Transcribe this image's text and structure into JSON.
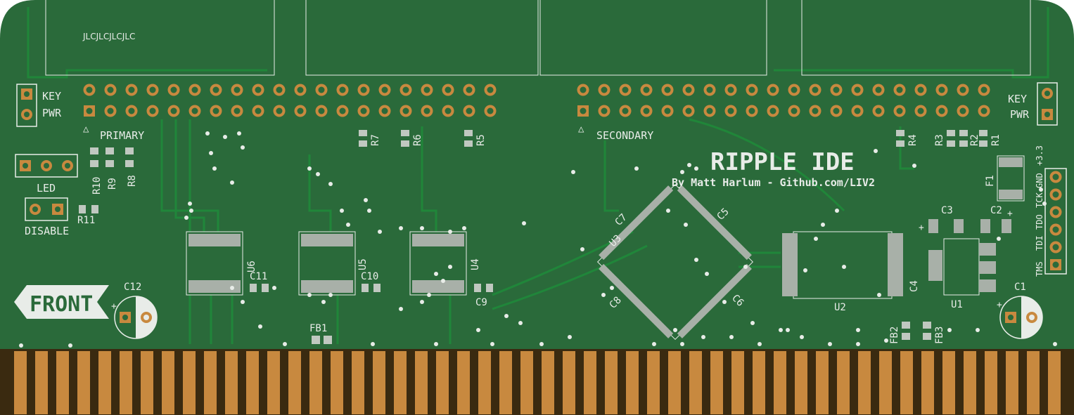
{
  "colors": {
    "board": "#2a6a3a",
    "copper": "#1f8a3a",
    "silkscreen": "#e8ece8",
    "gold": "#c8893f",
    "edge": "#3a2a10"
  },
  "board": {
    "title": "RIPPLE IDE",
    "byline": "By Matt Harlum - Github.com/LIV2",
    "fab_text": "JLCJLCJLCJLC",
    "front_label": "FRONT"
  },
  "headers": {
    "primary": {
      "label": "PRIMARY",
      "pins_per_row": 20,
      "rows": 2
    },
    "secondary": {
      "label": "SECONDARY",
      "pins_per_row": 20,
      "rows": 2
    },
    "marker": "△"
  },
  "connectors": {
    "key_left": "KEY",
    "pwr_left": "PWR",
    "key_right": "KEY",
    "pwr_right": "PWR",
    "led": "LED",
    "disable": "DISABLE",
    "jtag": [
      "TMS",
      "TDI",
      "TDO",
      "TCK",
      "GND",
      "+3.3"
    ]
  },
  "components": {
    "resistors": [
      "R1",
      "R2",
      "R3",
      "R4",
      "R5",
      "R6",
      "R7",
      "R8",
      "R9",
      "R10",
      "R11"
    ],
    "capacitors": [
      "C1",
      "C2",
      "C3",
      "C4",
      "C5",
      "C6",
      "C7",
      "C8",
      "C9",
      "C10",
      "C11",
      "C12"
    ],
    "ics": [
      "U1",
      "U2",
      "U3",
      "U4",
      "U5",
      "U6"
    ],
    "ferrites": [
      "FB1",
      "FB2",
      "FB3"
    ],
    "fuse": "F1",
    "polarity_plus": "+"
  },
  "edge_connector": {
    "finger_count": 50
  }
}
